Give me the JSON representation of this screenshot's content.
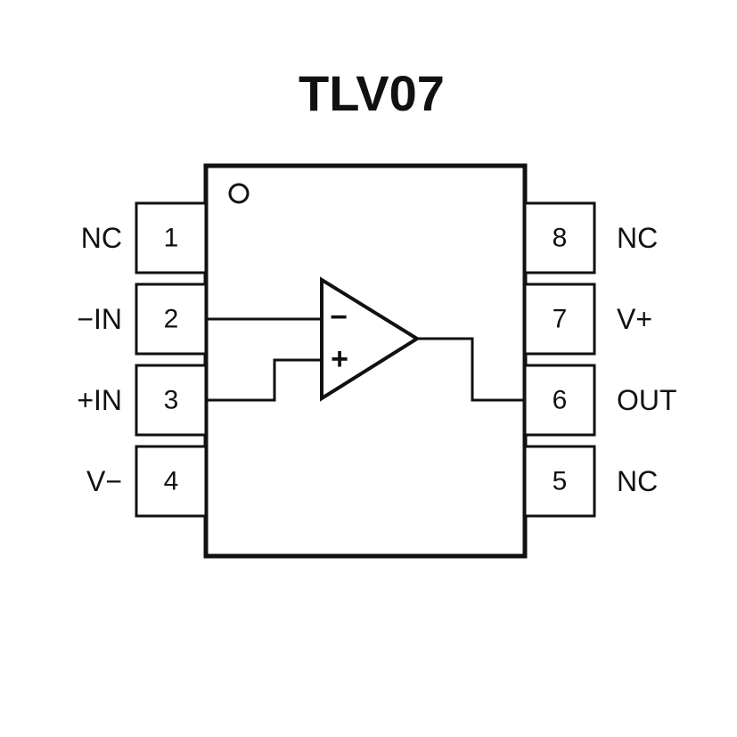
{
  "title": "TLV07",
  "pins": {
    "left": [
      {
        "number": "1",
        "label": "NC"
      },
      {
        "number": "2",
        "label": "−IN"
      },
      {
        "number": "3",
        "label": "+IN"
      },
      {
        "number": "4",
        "label": "V−"
      }
    ],
    "right": [
      {
        "number": "8",
        "label": "NC"
      },
      {
        "number": "7",
        "label": "V+"
      },
      {
        "number": "6",
        "label": "OUT"
      },
      {
        "number": "5",
        "label": "NC"
      }
    ]
  },
  "opamp": {
    "inverting_input_sign": "−",
    "noninverting_input_sign": "+"
  },
  "colors": {
    "line": "#111111",
    "background": "#ffffff",
    "text": "#111111"
  }
}
